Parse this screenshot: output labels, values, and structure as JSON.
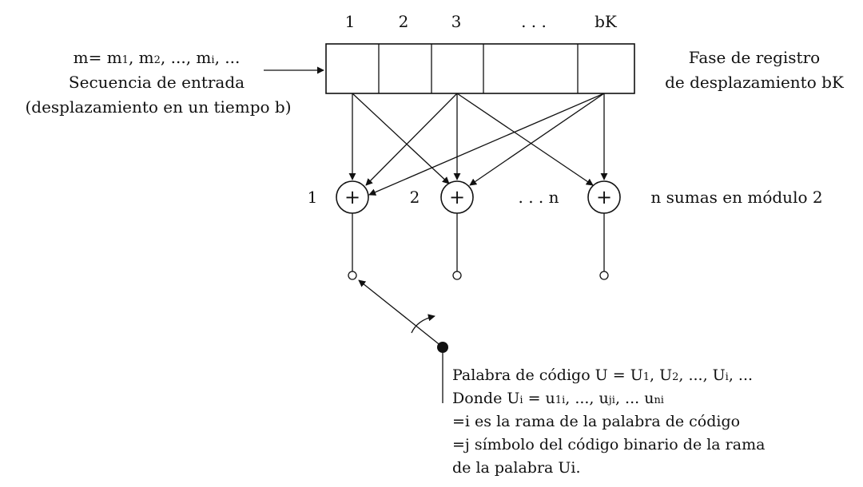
{
  "register": {
    "stage_numbers": [
      "1",
      "2",
      "3",
      ". . .",
      "bK"
    ],
    "caption_line1": "Fase de registro",
    "caption_line2": "de desplazamiento bK"
  },
  "input": {
    "sequence_prefix": "m= m",
    "m1_sub": "1",
    "m2_prefix": ", m",
    "m2_sub": "2",
    "mi_prefix": ", ..., m",
    "mi_sub": "i",
    "sequence_suffix": ", ...",
    "line2": "Secuencia de entrada",
    "line3": "(desplazamiento en un tiempo b)"
  },
  "adders": {
    "labels": [
      "1",
      "2",
      ". . . n"
    ],
    "symbol": "+",
    "caption": "n sumas en módulo 2"
  },
  "codeword": {
    "l1_a": "Palabra de código U = U",
    "l1_s1": "1",
    "l1_b": ", U",
    "l1_s2": "2",
    "l1_c": ", ..., U",
    "l1_si": "i",
    "l1_d": ", ...",
    "l2_a": "Donde U",
    "l2_si": "i",
    "l2_b": " = u",
    "l2_s1i": "1i",
    "l2_c": ", ..., u",
    "l2_sji": "ji",
    "l2_d": ", ... u",
    "l2_sni": "ni",
    "l3": "=i es la rama de la palabra de código",
    "l4": "=j símbolo del código binario de la rama",
    "l5": "de la palabra Ui."
  }
}
